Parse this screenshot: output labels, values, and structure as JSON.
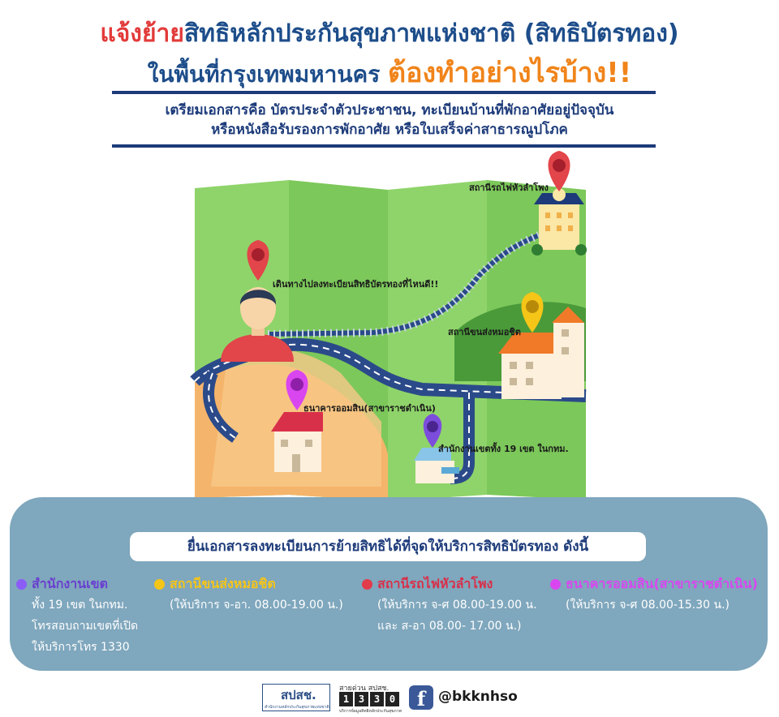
{
  "header": {
    "title_highlight": "แจ้งย้าย",
    "title_rest": "สิทธิหลักประกันสุขภาพแห่งชาติ (สิทธิบัตรทอง)",
    "subtitle_rest": "ในพื้นที่กรุงเทพมหานคร",
    "subtitle_highlight": "ต้องทำอย่างไรบ้าง!!",
    "prep_line1": "เตรียมเอกสารคือ บัตรประจำตัวประชาชน, ทะเบียนบ้านที่พักอาศัยอยู่ปัจจุบัน",
    "prep_line2": "หรือหนังสือรับรองการพักอาศัย หรือใบเสร็จค่าสาธารณูปโภค"
  },
  "map": {
    "person_label": "เดินทางไปลงทะเบียนสิทธิบัตรทองที่ไหนดี!!",
    "train_label": "สถานีรถไฟหัวลำโพง",
    "bus_label": "สถานีขนส่งหมอชิต",
    "bank_label": "ธนาคารออมสิน(สาขาราชดำเนิน)",
    "district_label": "สำนักงานเขตทั้ง 19 เขต ในกทม."
  },
  "info": {
    "banner": "ยื่นเอกสารลงทะเบียนการย้ายสิทธิได้ที่จุดให้บริการสิทธิบัตรทอง ดังนี้",
    "locations": [
      {
        "name": "สำนักงานเขต",
        "color": "#8b5cf6",
        "lines": [
          "ทั้ง 19 เขต ในกทม.",
          "โทรสอบถามเขตที่เปิด",
          "ให้บริการโทร 1330"
        ]
      },
      {
        "name": "สถานีขนส่งหมอชิต",
        "color": "#f5c518",
        "lines": [
          "(ให้บริการ จ-อา. 08.00-19.00 น.)"
        ]
      },
      {
        "name": "สถานีรถไฟหัวลำโพง",
        "color": "#e23b4a",
        "lines": [
          "(ให้บริการ จ-ศ 08.00-19.00 น.",
          "และ ส-อา 08.00- 17.00 น.)"
        ]
      },
      {
        "name": "ธนาคารออมสิน(สาขาราชดำเนิน)",
        "color": "#d946ef",
        "lines": [
          "(ให้บริการ จ-ศ 08.00-15.30 น.)"
        ]
      }
    ]
  },
  "footer": {
    "logo_text": "สปสช.",
    "logo_sub": "สำนักงานหลักประกันสุขภาพแห่งชาติ",
    "hotline_label": "สายด่วน สปสช.",
    "hotline_digits": [
      "1",
      "3",
      "3",
      "0"
    ],
    "hotline_sub": "บริการข้อมูลสิทธิหลักประกันสุขภาพ",
    "fb_icon": "facebook-icon",
    "fb_handle": "@bkknhso"
  },
  "colors": {
    "navy": "#1d3b7a",
    "red": "#e23b3a",
    "orange": "#f0841a",
    "map_green": "#8fd46a",
    "panel": "#7fa7bd"
  }
}
